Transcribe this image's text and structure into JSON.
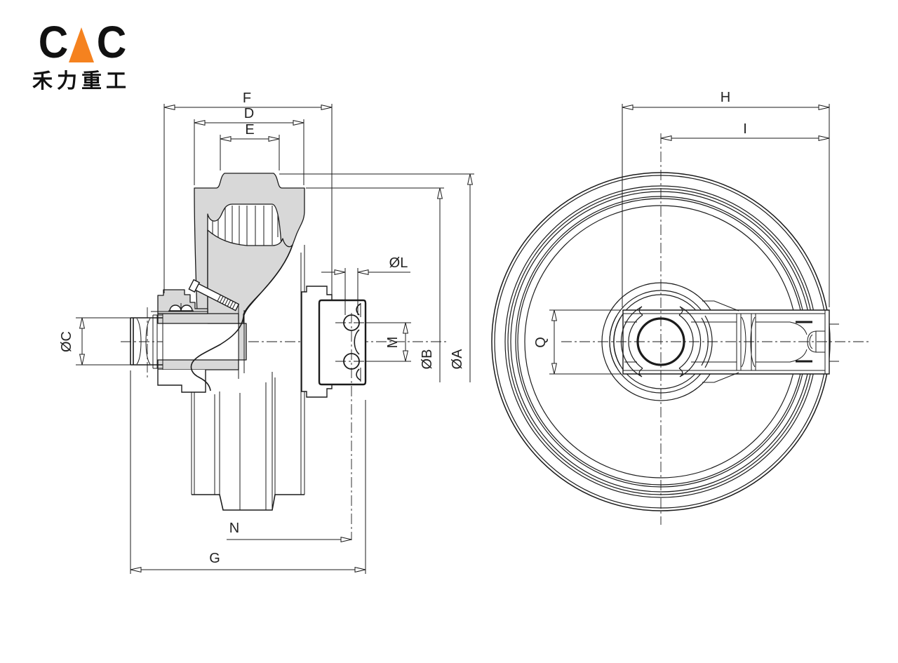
{
  "logo": {
    "brand_c_left": "C",
    "brand_c_right": "C",
    "brand_name": "CAC",
    "subtitle": "禾力重工",
    "accent_color": "#f5821f"
  },
  "drawing": {
    "background": "#ffffff",
    "line_color": "#1b1b1b",
    "section_fill": "#d8d8d8",
    "labels": {
      "F": "F",
      "D": "D",
      "E": "E",
      "N": "N",
      "G": "G",
      "M": "M",
      "H": "H",
      "I": "I",
      "Q": "Q",
      "dia_l": "ØL",
      "dia_c": "ØC",
      "dia_b": "ØB",
      "dia_a": "ØA"
    }
  }
}
